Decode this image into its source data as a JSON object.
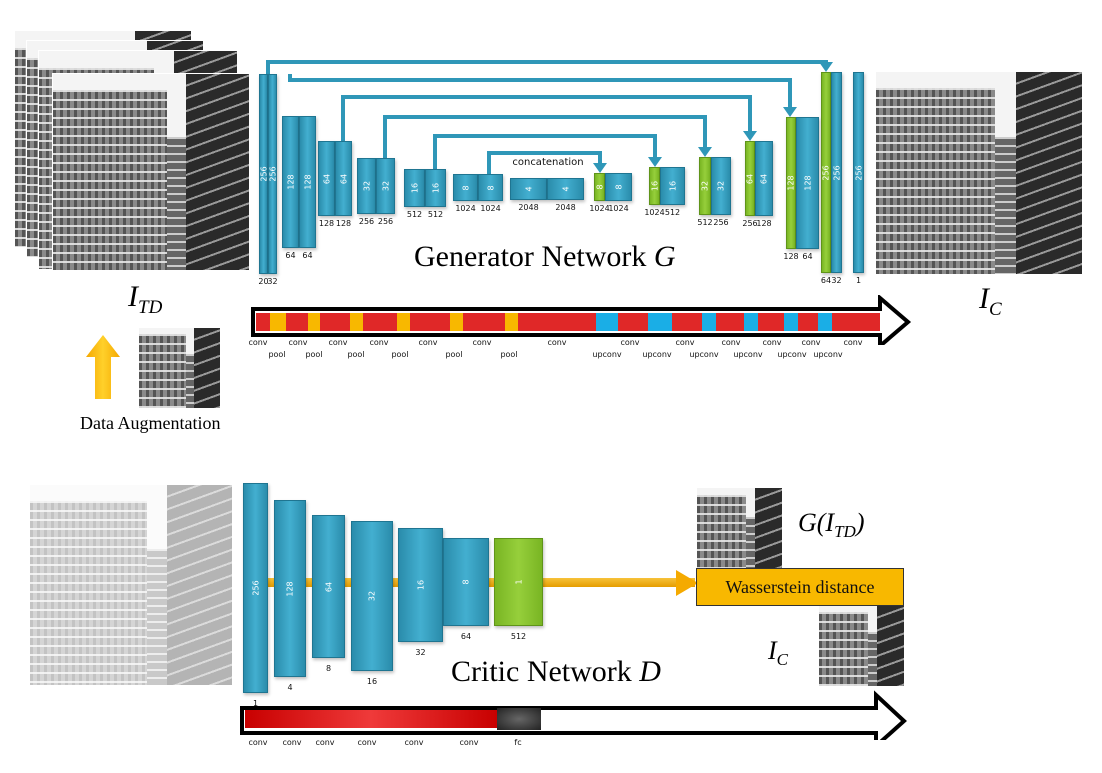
{
  "generator": {
    "title": "Generator Network",
    "title_var": "G",
    "concat_label": "concatenation",
    "encoder": [
      {
        "channels": "256",
        "filters": "20"
      },
      {
        "channels": "256",
        "filters": "32"
      },
      {
        "channels": "128",
        "filters": "64"
      },
      {
        "channels": "128",
        "filters": "64"
      },
      {
        "channels": "64",
        "filters": "128"
      },
      {
        "channels": "64",
        "filters": "128"
      },
      {
        "channels": "32",
        "filters": "256"
      },
      {
        "channels": "32",
        "filters": "256"
      },
      {
        "channels": "16",
        "filters": "512"
      },
      {
        "channels": "16",
        "filters": "512"
      },
      {
        "channels": "8",
        "filters": "1024"
      },
      {
        "channels": "8",
        "filters": "1024"
      },
      {
        "channels": "4",
        "filters": "2048"
      },
      {
        "channels": "4",
        "filters": "2048"
      }
    ],
    "decoder": [
      {
        "channels": "8",
        "filters": "1024",
        "concat": true
      },
      {
        "channels": "8",
        "filters": "1024"
      },
      {
        "channels": "16",
        "filters": "1024",
        "concat": true
      },
      {
        "channels": "16",
        "filters": "512"
      },
      {
        "channels": "32",
        "filters": "512",
        "concat": true
      },
      {
        "channels": "32",
        "filters": "256"
      },
      {
        "channels": "64",
        "filters": "256",
        "concat": true
      },
      {
        "channels": "64",
        "filters": "128"
      },
      {
        "channels": "128",
        "filters": "128",
        "concat": true
      },
      {
        "channels": "128",
        "filters": "64"
      },
      {
        "channels": "256",
        "filters": "64",
        "concat": true
      },
      {
        "channels": "256",
        "filters": "32"
      },
      {
        "channels": "256",
        "filters": "1"
      }
    ],
    "layer_bar": {
      "top": [
        "conv",
        "conv",
        "conv",
        "conv",
        "conv",
        "conv",
        "conv",
        "conv",
        "conv",
        "conv",
        "conv",
        "conv",
        "conv"
      ],
      "bottom": [
        "pool",
        "pool",
        "pool",
        "pool",
        "pool",
        "pool",
        "upconv",
        "upconv",
        "upconv",
        "upconv",
        "upconv",
        "upconv"
      ]
    }
  },
  "critic": {
    "title": "Critic Network",
    "title_var": "D",
    "layers": [
      {
        "channels": "256",
        "filters": "1"
      },
      {
        "channels": "128",
        "filters": "4"
      },
      {
        "channels": "64",
        "filters": "8"
      },
      {
        "channels": "32",
        "filters": "16"
      },
      {
        "channels": "16",
        "filters": "32"
      },
      {
        "channels": "8",
        "filters": "64"
      },
      {
        "channels": "1",
        "filters": "512",
        "fc": true
      }
    ],
    "layer_bar": [
      "conv",
      "conv",
      "conv",
      "conv",
      "conv",
      "conv",
      "fc"
    ]
  },
  "labels": {
    "input": "I",
    "input_sub": "TD",
    "output": "I",
    "output_sub": "C",
    "data_augmentation": "Data Augmentation",
    "wasserstein": "Wasserstein distance",
    "g_of_itd": "G(I",
    "g_of_itd_sub": "TD",
    "g_of_itd_close": ")",
    "ic": "I",
    "ic_sub": "C"
  },
  "colors": {
    "block_blue": "#2f97b8",
    "block_green": "#8cc63f",
    "conv_red": "#e22a2a",
    "pool_yellow": "#f7b500",
    "upconv_blue": "#1aaee6",
    "fc_gray": "#444444",
    "arrow_orange": "#f5b400"
  }
}
